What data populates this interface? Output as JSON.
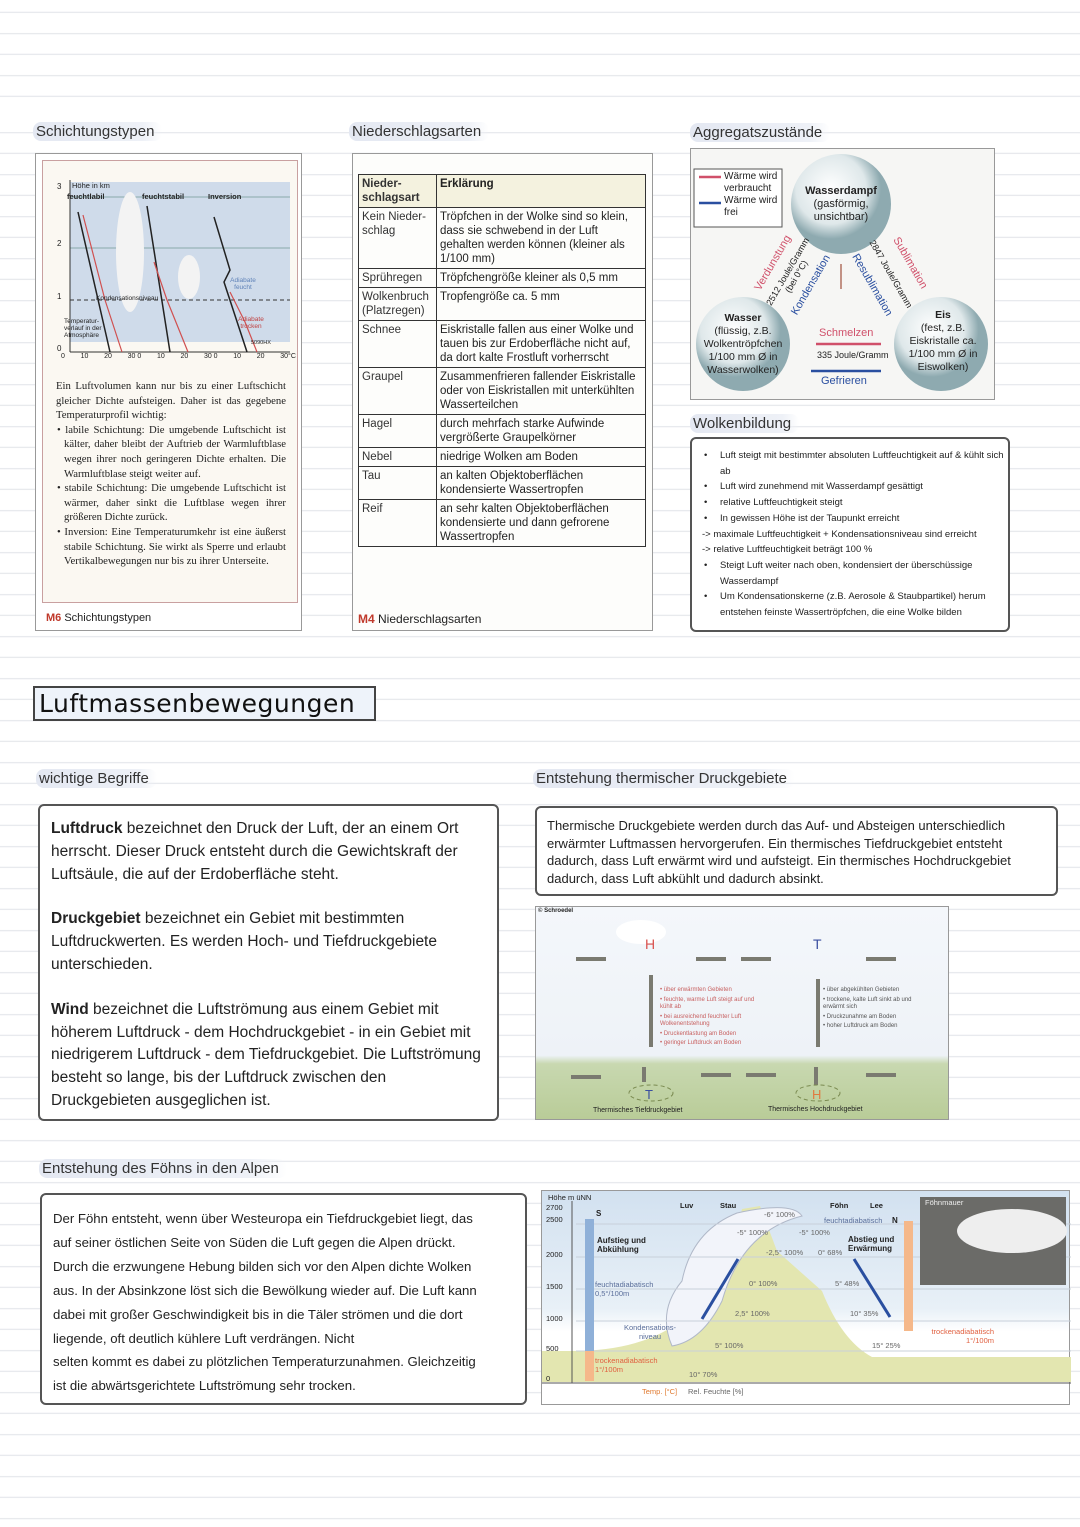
{
  "sections": {
    "schichtung": {
      "heading": "Schichtungstypen",
      "chart": {
        "ylabel": "Höhe in km",
        "yticks": [
          "0",
          "1",
          "2",
          "3"
        ],
        "xticks": [
          "0",
          "10",
          "20",
          "30 0",
          "10",
          "20",
          "30 0",
          "10",
          "20",
          "30°C"
        ],
        "panels": [
          "feuchtlabil",
          "feuchtstabil",
          "Inversion"
        ],
        "kondensationsniveau": "Kondensationsniveau",
        "temp_label": "Temperatur-verlauf in der Atmosphäre",
        "adiabate_feucht": "Adiabate feucht",
        "adiabate_trocken": "Adiabate trocken",
        "code": "5090HX"
      },
      "text_intro": "Ein Luftvolumen kann nur bis zu einer Luftschicht gleicher Dichte aufsteigen. Daher ist das gegebene Temperaturprofil wichtig:",
      "bullets": [
        "labile Schichtung: Die umgebende Luftschicht ist kälter, daher bleibt der Auftrieb der Warmluftblase wegen ihrer noch geringeren Dichte erhalten. Die Warmluftblase steigt weiter auf.",
        "stabile Schichtung: Die umgebende Luftschicht ist wärmer, daher sinkt die Luftblase wegen ihrer größeren Dichte zurück.",
        "Inversion: Eine Temperaturumkehr ist eine äußerst stabile Schichtung. Sie wirkt als Sperre und erlaubt Vertikalbewegungen nur bis zu ihrer Unterseite."
      ],
      "caption_num": "M6",
      "caption": "Schichtungstypen"
    },
    "niederschlag": {
      "heading": "Niederschlagsarten",
      "headers": [
        "Nieder-schlagsart",
        "Erklärung"
      ],
      "rows": [
        [
          "Kein Nieder-schlag",
          "Tröpfchen in der Wolke sind so klein, dass sie schwebend in der Luft gehalten werden können (kleiner als  1/100 mm)"
        ],
        [
          "Sprühregen",
          "Tröpfchengröße kleiner als 0,5 mm"
        ],
        [
          "Wolkenbruch (Platzregen)",
          "Tropfengröße ca. 5 mm"
        ],
        [
          "Schnee",
          "Eiskristalle fallen aus einer Wolke und tauen bis zur Erdoberfläche nicht auf, da dort kalte Frostluft vorherrscht"
        ],
        [
          "Graupel",
          "Zusammenfrieren fallender Eiskristalle oder von Eiskristallen mit unterkühlten Wasserteilchen"
        ],
        [
          "Hagel",
          "durch mehrfach starke Aufwinde vergrößerte Graupelkörner"
        ],
        [
          "Nebel",
          "niedrige Wolken am Boden"
        ],
        [
          "Tau",
          "an kalten Objektoberflächen kondensierte Wassertropfen"
        ],
        [
          "Reif",
          "an sehr kalten Objektoberflächen kondensierte und dann gefrorene Wassertropfen"
        ]
      ],
      "caption_num": "M4",
      "caption": "Niederschlagsarten"
    },
    "aggregat": {
      "heading": "Aggregatszustände",
      "legend": [
        "Wärme wird verbraucht",
        "Wärme wird frei"
      ],
      "dampf": {
        "title": "Wasserdampf",
        "sub": "(gasförmig, unsichtbar)"
      },
      "wasser": {
        "title": "Wasser",
        "sub": "(flüssig, z.B. Wolkentröpfchen 1/100 mm Ø in Wasserwolken)"
      },
      "eis": {
        "title": "Eis",
        "sub": "(fest, z.B. Eiskristalle ca. 1/100 mm Ø in Eiswolken)"
      },
      "processes": {
        "verdunstung": "Verdunstung",
        "kondensation": "Kondensation",
        "energy_vk": "2512 Joule/Gramm (bei 0°C)",
        "sublimation": "Sublimation",
        "resublimation": "Resublimation",
        "energy_sr": "2847 Joule/Gramm",
        "schmelzen": "Schmelzen",
        "gefrieren": "Gefrieren",
        "energy_sg": "335 Joule/Gramm"
      },
      "colors": {
        "verbraucht": "#d0506a",
        "frei": "#2a4fa0"
      }
    },
    "wolken": {
      "heading": "Wolkenbildung",
      "items": [
        {
          "t": "b",
          "text": "Luft steigt mit bestimmter absoluten Luftfeuchtigkeit auf & kühlt sich ab"
        },
        {
          "t": "b",
          "text": "Luft wird zunehmend mit Wasserdampf gesättigt"
        },
        {
          "t": "b",
          "text": "relative Luftfeuchtigkeit steigt"
        },
        {
          "t": "b",
          "text": "In gewissen Höhe ist der Taupunkt erreicht"
        },
        {
          "t": "a",
          "text": "-> maximale Luftfeuchtigkeit + Kondensationsniveau sind erreicht"
        },
        {
          "t": "a",
          "text": "-> relative Luftfeuchtigkeit beträgt 100 %"
        },
        {
          "t": "b",
          "text": "Steigt Luft weiter nach oben, kondensiert der überschüssige Wasserdampf"
        },
        {
          "t": "b",
          "text": "Um Kondensationskerne (z.B. Aerosole & Staubpartikel) herum entstehen feinste Wassertröpfchen, die eine Wolke bilden"
        }
      ]
    }
  },
  "main_title": "Luftmassenbewegungen",
  "begriffe": {
    "heading": "wichtige Begriffe",
    "paras": [
      {
        "term": "Luftdruck",
        "text": " bezeichnet den Druck der Luft, der an einem Ort herrscht. Dieser Druck entsteht durch die Gewichtskraft der Luftsäule, die auf der Erdoberfläche steht."
      },
      {
        "term": "Druckgebiet",
        "text": " bezeichnet ein Gebiet mit bestimmten Luftdruckwerten. Es werden Hoch- und Tiefdruckgebiete unterschieden."
      },
      {
        "term": "Wind",
        "text": " bezeichnet die Luftströmung aus einem Gebiet mit höherem Luftdruck - dem Hochdruckgebiet - in ein Gebiet mit niedrigerem Luftdruck - dem Tiefdruckgebiet. Die Luftströmung besteht so lange, bis der Luftdruck zwischen den Druckgebieten ausgeglichen ist."
      }
    ]
  },
  "thermisch": {
    "heading": "Entstehung thermischer Druckgebiete",
    "text": "Thermische Druckgebiete werden durch das Auf- und Absteigen unterschiedlich erwärmter Luftmassen hervorgerufen. Ein thermisches Tiefdruckgebiet entsteht dadurch, dass Luft erwärmt wird und aufsteigt. Ein thermisches Hochdruckgebiet dadurch, dass Luft abkühlt und dadurch absinkt.",
    "figure": {
      "copyright": "© Schroedel",
      "H": "H",
      "T": "T",
      "left_notes": [
        "über erwärmten Gebieten",
        "feuchte, warme Luft steigt auf und kühlt ab",
        "bei ausreichend feuchter Luft Wolkenentstehung",
        "Druckentlastung am Boden",
        "geringer Luftdruck am Boden"
      ],
      "right_notes": [
        "über abgekühlten Gebieten",
        "trockene, kalte Luft sinkt ab und erwärmt sich",
        "Druckzunahme am Boden",
        "hoher Luftdruck am Boden"
      ],
      "label_left": "Thermisches Tiefdruckgebiet",
      "label_right": "Thermisches Hochdruckgebiet"
    }
  },
  "foehn": {
    "heading": "Entstehung des Föhns in den Alpen",
    "lines": [
      "Der Föhn entsteht, wenn über Westeuropa ein Tiefdruckgebiet liegt, das",
      "auf seiner östlichen Seite von Süden die Luft gegen die Alpen drückt.",
      "Durch die erzwungene Hebung bilden sich vor den Alpen dichte Wolken",
      "aus. In der Absinkzone löst sich die Bewölkung wieder auf. Die Luft kann",
      "dabei mit großer Geschwindigkeit bis in die Täler strömen und die dort",
      "liegende, oft deutlich kühlere Luft verdrängen. Nicht",
      "selten kommt es dabei zu plötzlichen Temperaturzunahmen. Gleichzeitig",
      "ist die abwärtsgerichtete Luftströmung sehr trocken."
    ],
    "figure": {
      "ylabel": "Höhe m üNN",
      "yticks": [
        "2700",
        "2500",
        "2000",
        "1500",
        "1000",
        "500",
        "0"
      ],
      "S": "S",
      "N": "N",
      "luv": "Luv",
      "stau": "Stau",
      "foehn": "Föhn",
      "lee": "Lee",
      "foehnmauer": "Föhnmauer",
      "aufstieg": "Aufstieg und Abkühlung",
      "abstieg": "Abstieg und Erwärmung",
      "feucht_l": "feuchtadiabatisch 0,5°/100m",
      "trocken_l": "trockenadiabatisch 1°/100m",
      "feucht_r": "feuchtadiabatisch",
      "trocken_r": "trockenadiabatisch 1°/100m",
      "kond": "Kondensations-niveau",
      "xlabel_temp": "Temp. [°C]",
      "xlabel_feuchte": "Rel. Feuchte [%]",
      "points": [
        "-6° 100%",
        "-5° 100%",
        "-5° 100%",
        "-2,5° 100%",
        "0° 68%",
        "0° 100%",
        "5° 48%",
        "2,5° 100%",
        "10° 35%",
        "5° 100%",
        "15° 25%",
        "10° 70%"
      ]
    }
  }
}
